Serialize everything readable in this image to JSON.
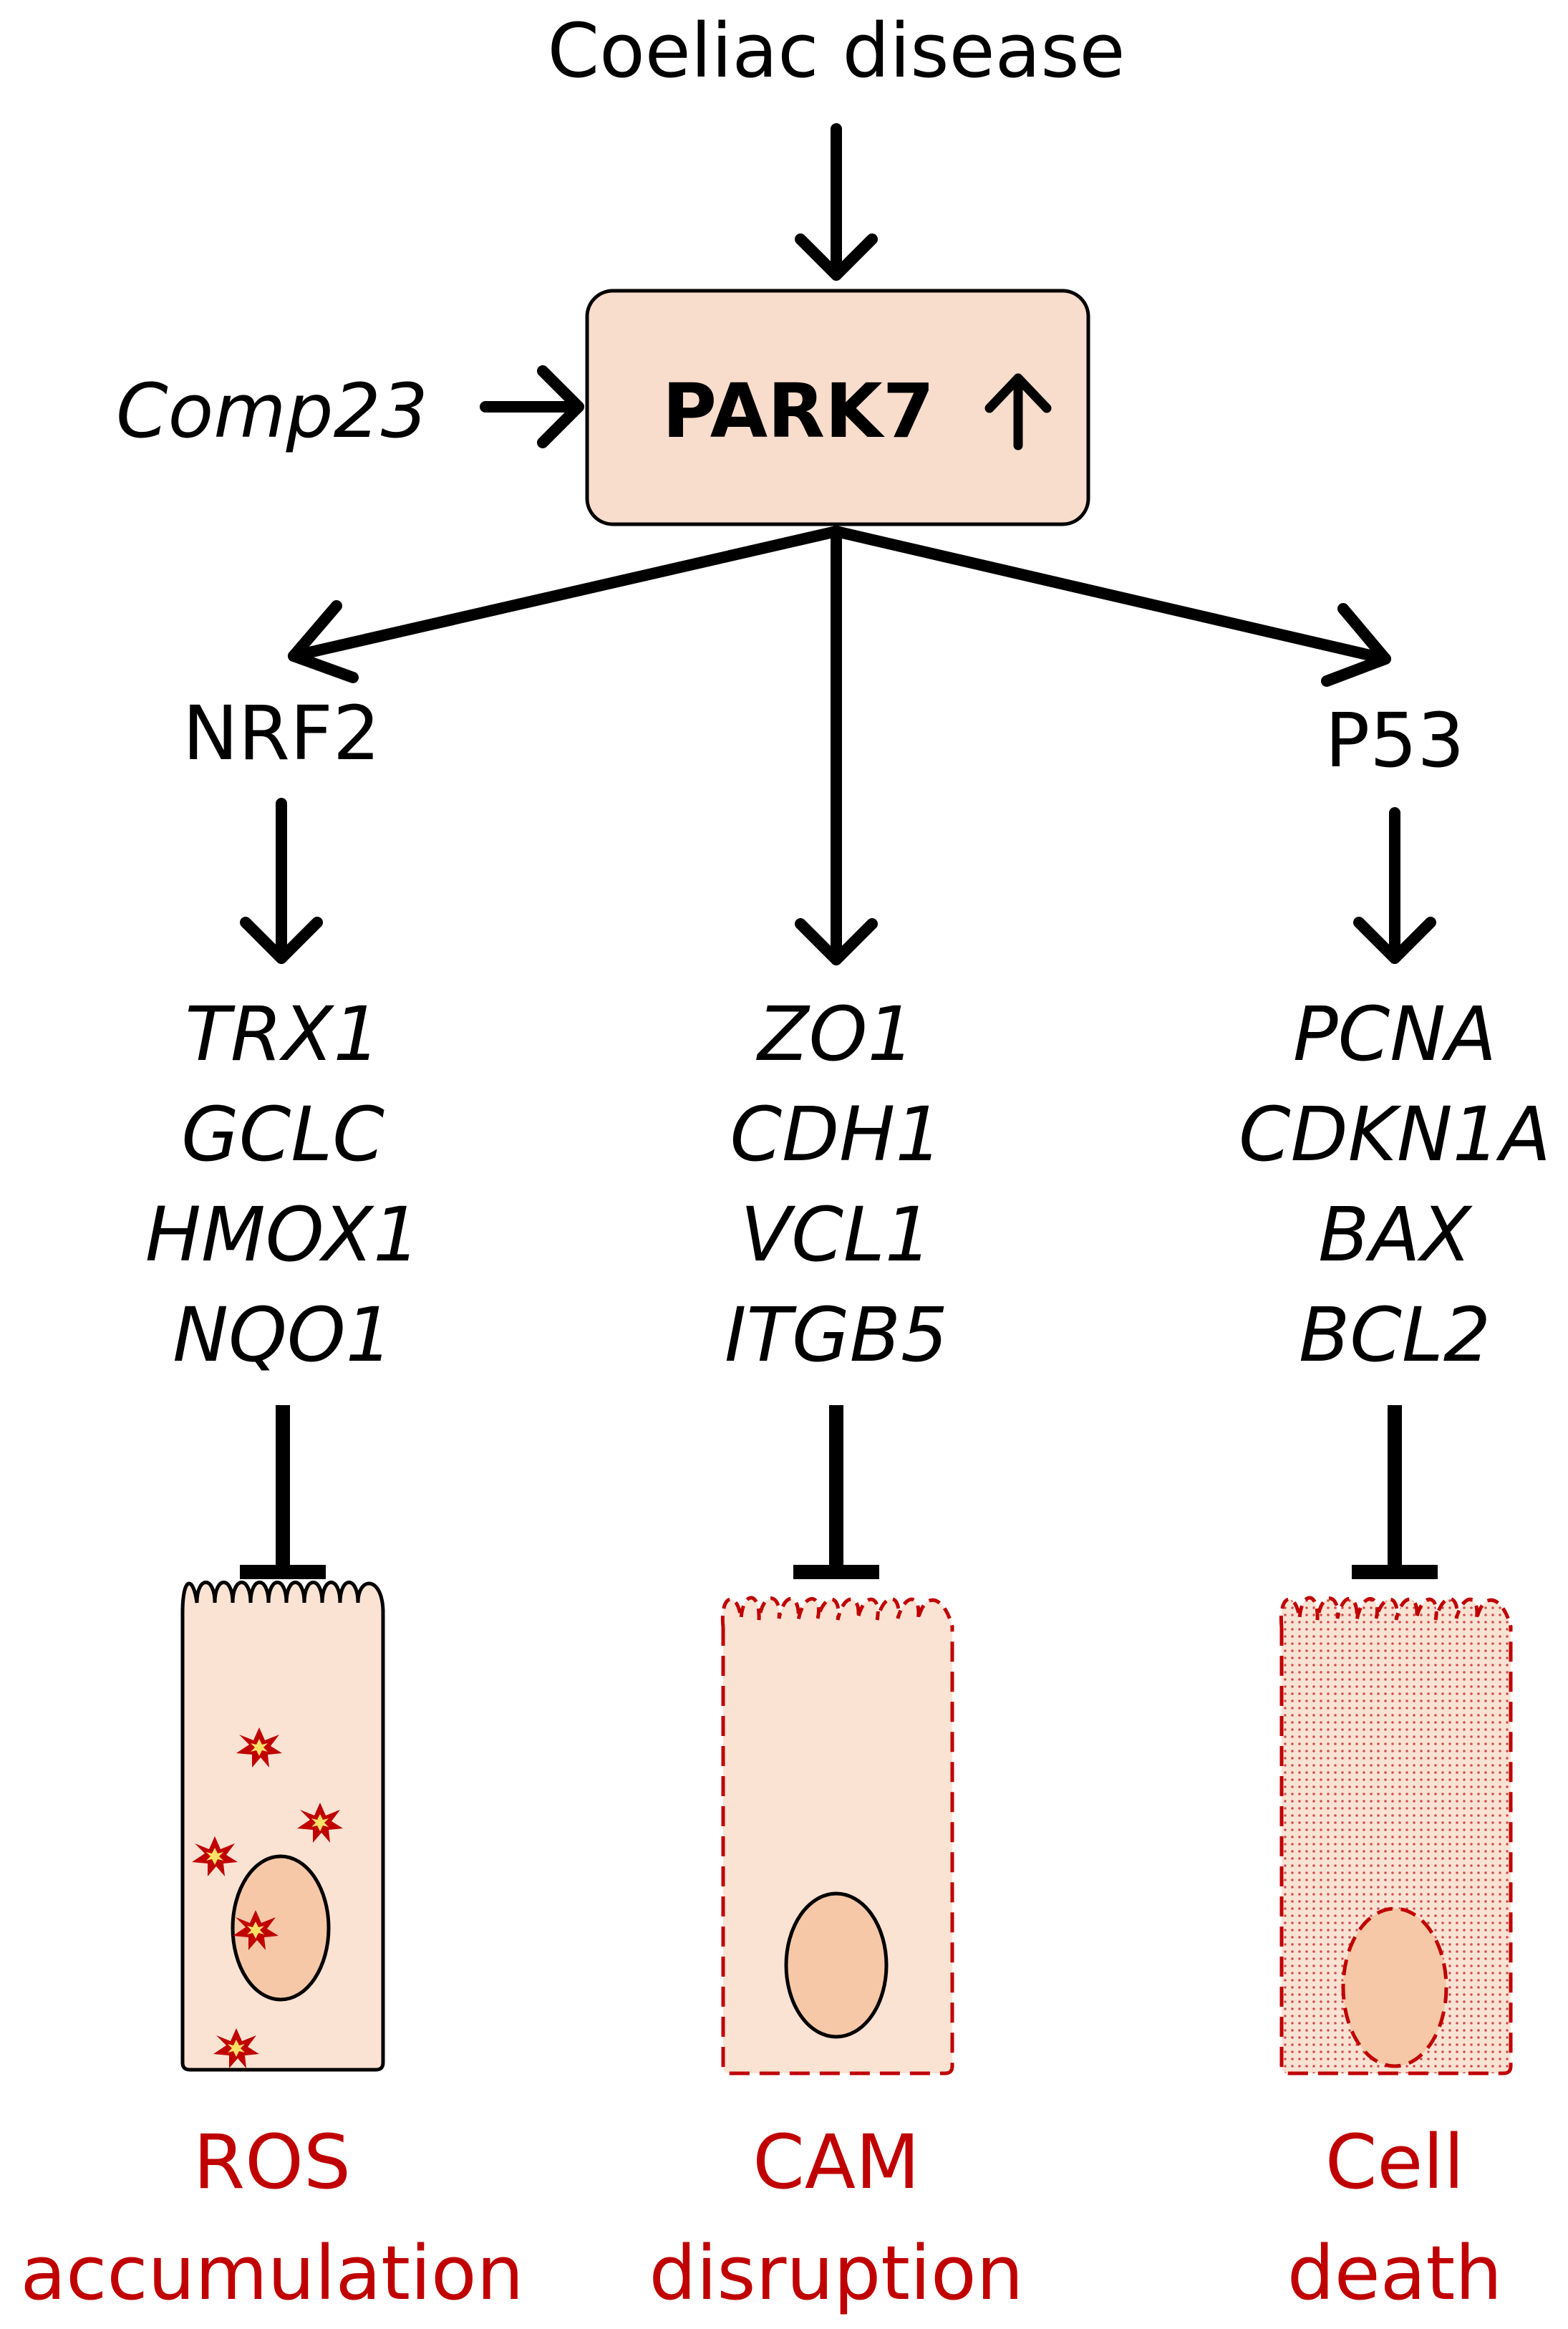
{
  "diagram": {
    "source": "Coeliac disease",
    "hub": {
      "label": "PARK7",
      "arrow_glyph": "↑",
      "fill": "#f8ddcc",
      "icon": "up-arrow-icon"
    },
    "modulator": "Comp23",
    "branches": [
      {
        "mediator": "NRF2",
        "genes": [
          "TRX1",
          "GCLC",
          "HMOX1",
          "NQO1"
        ],
        "outcome": [
          "ROS",
          "accumulation"
        ],
        "cell_state": "ROS-bursts"
      },
      {
        "mediator": "",
        "genes": [
          "ZO1",
          "CDH1",
          "VCL1",
          "ITGB5"
        ],
        "outcome": [
          "CAM",
          "disruption"
        ],
        "cell_state": "disrupted-membrane"
      },
      {
        "mediator": "P53",
        "genes": [
          "PCNA",
          "CDKN1A",
          "BAX",
          "BCL2"
        ],
        "outcome": [
          "Cell",
          "death"
        ],
        "cell_state": "dying-cell"
      }
    ]
  },
  "colors": {
    "ink": "#000000",
    "outcome": "#c00000",
    "cell_fill": "#fbe3d4",
    "nucleus_fill": "#f6c8a8",
    "damage_red": "#c00000",
    "burst_yellow": "#ffe066"
  }
}
